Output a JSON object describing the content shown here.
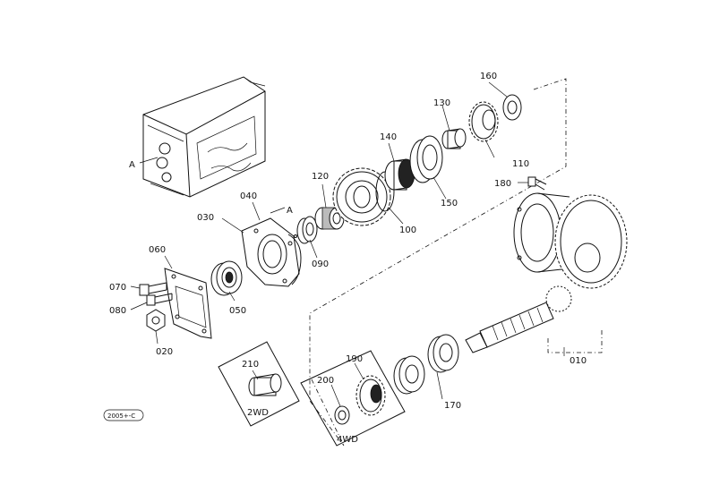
{
  "labels": {
    "l010": "010",
    "l020": "020",
    "l030": "030",
    "l040": "040",
    "l050": "050",
    "l060": "060",
    "l070": "070",
    "l080": "080",
    "l090": "090",
    "l100": "100",
    "l110": "110",
    "l120": "120",
    "l130": "130",
    "l140": "140",
    "l150": "150",
    "l160": "160",
    "l170": "170",
    "l180": "180",
    "l190": "190",
    "l200": "200",
    "l210": "210"
  },
  "ref_marks": {
    "a_housing": "A",
    "a_plate": "A"
  },
  "groups": {
    "wd2": "2WD",
    "wd4": "4WD"
  },
  "footer": {
    "code": "2005+-C"
  }
}
